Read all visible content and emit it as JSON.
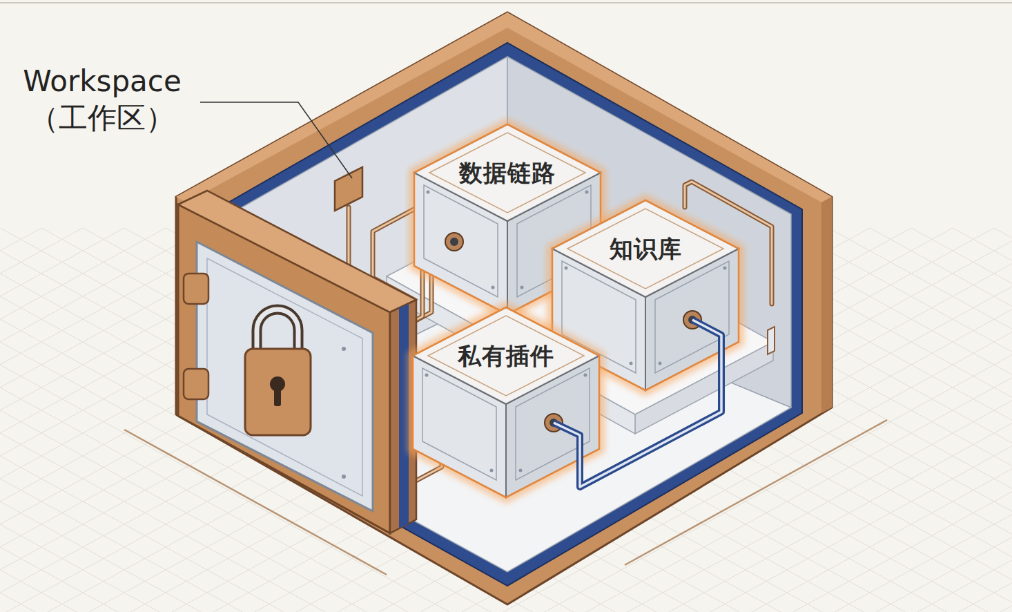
{
  "diagram": {
    "nodes": [
      {
        "text": [
          "Workspace （工作区）"
        ]
      },
      {
        "text": [
          "数据链路"
        ],
        "in": 0
      },
      {
        "text": [
          "知识库"
        ],
        "in": 0
      },
      {
        "text": [
          "私有插件"
        ],
        "in": 0
      }
    ],
    "edges": [
      {
        "from": 3,
        "to": 2,
        "arrow": "none"
      }
    ]
  }
}
